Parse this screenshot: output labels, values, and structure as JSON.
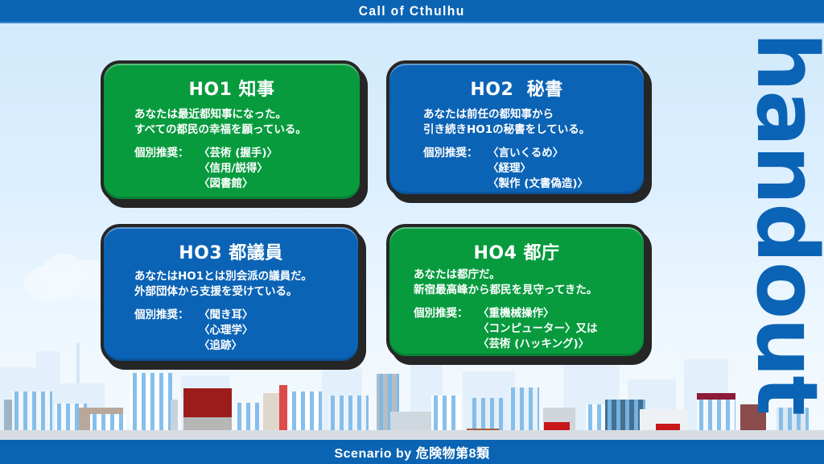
{
  "header": {
    "title": "Call of Cthulhu"
  },
  "footer": {
    "credit": "Scenario by 危険物第8類"
  },
  "side_label": "handout",
  "colors": {
    "bar_blue": "#0b64b3",
    "card_green": "#079b3e",
    "card_blue": "#0b63b5",
    "card_border": "#262626"
  },
  "recommend_label": "個別推奨：",
  "cards": [
    {
      "title": "HO1 知事",
      "color": "green",
      "description": [
        "あなたは最近都知事になった。",
        "すべての都民の幸福を願っている。"
      ],
      "skills": [
        "〈芸術 (握手)〉",
        "〈信用/説得〉",
        "〈図書館〉"
      ]
    },
    {
      "title": "HO2  秘書",
      "color": "blue",
      "description": [
        "あなたは前任の都知事から",
        "引き続きHO1の秘書をしている。"
      ],
      "skills": [
        "〈言いくるめ〉",
        "〈経理〉",
        "〈製作 (文書偽造)〉"
      ]
    },
    {
      "title": "HO3 都議員",
      "color": "blue",
      "description": [
        "あなたはHO1とは別会派の議員だ。",
        "外部団体から支援を受けている。"
      ],
      "skills": [
        "〈聞き耳〉",
        "〈心理学〉",
        "〈追跡〉"
      ]
    },
    {
      "title": "HO4 都庁",
      "color": "green",
      "description": [
        "あなたは都庁だ。",
        "新宿最高峰から都民を見守ってきた。"
      ],
      "skills": [
        "〈重機械操作〉",
        "〈コンピューター〉又は",
        "〈芸術 (ハッキング)〉"
      ]
    }
  ]
}
